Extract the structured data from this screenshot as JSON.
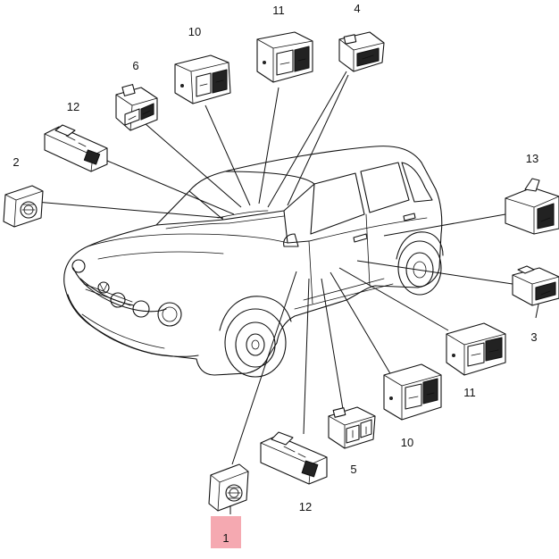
{
  "colors": {
    "ink": "#111111",
    "background": "#ffffff",
    "highlight": "#f39aa3"
  },
  "callouts": {
    "c1": "1",
    "c2": "2",
    "c3": "3",
    "c4": "4",
    "c5": "5",
    "c6": "6",
    "c10_top": "10",
    "c10_bottom": "10",
    "c11_top": "11",
    "c11_right": "11",
    "c12_left": "12",
    "c12_bottom": "12",
    "c13": "13"
  },
  "highlighted_callout": "1"
}
